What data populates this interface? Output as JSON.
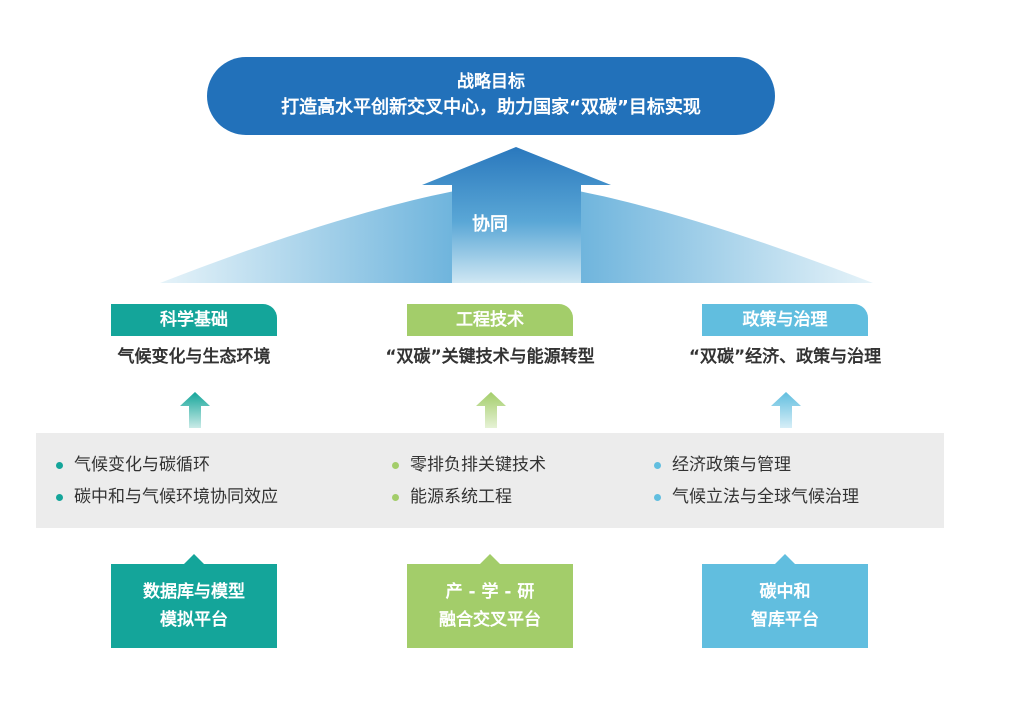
{
  "colors": {
    "goal": "#2271ba",
    "teal": "#14a59a",
    "green": "#a3cd6a",
    "sky": "#61bedf",
    "band": "#ececec"
  },
  "goal": {
    "title": "战略目标",
    "subtitle": "打造高水平创新交叉中心，助力国家“双碳”目标实现"
  },
  "arrow": {
    "label": "协同"
  },
  "columns": [
    {
      "header": "科学基础",
      "subtitle": "气候变化与生态环境",
      "items": [
        "气候变化与碳循环",
        "碳中和与气候环境协同效应"
      ],
      "platform": [
        "数据库与模型",
        "模拟平台"
      ]
    },
    {
      "header": "工程技术",
      "subtitle": "“双碳”关键技术与能源转型",
      "items": [
        "零排负排关键技术",
        "能源系统工程"
      ],
      "platform": [
        "产 - 学 - 研",
        "融合交叉平台"
      ]
    },
    {
      "header": "政策与治理",
      "subtitle": "“双碳”经济、政策与治理",
      "items": [
        "经济政策与管理",
        "气候立法与全球气候治理"
      ],
      "platform": [
        "碳中和",
        "智库平台"
      ]
    }
  ]
}
